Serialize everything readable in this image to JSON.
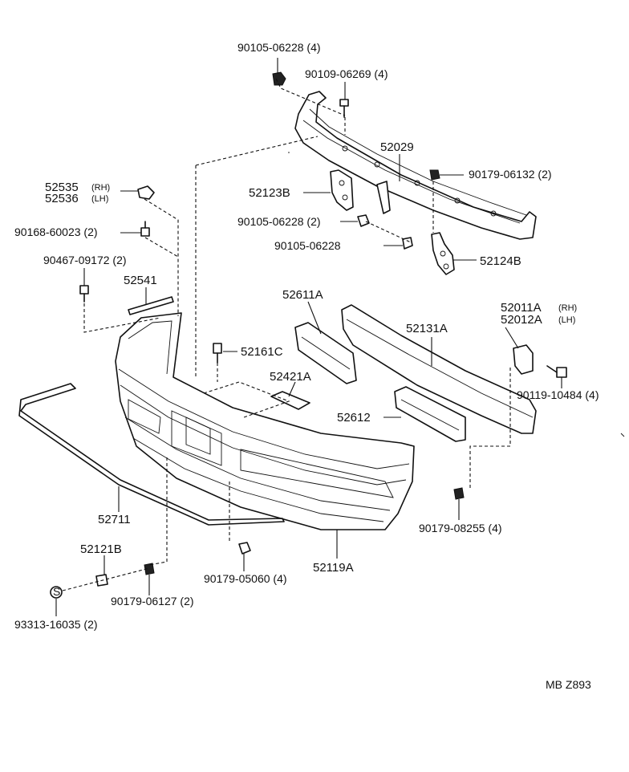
{
  "labels": {
    "p90105_06228_a": "90105-06228 (4)",
    "p90109_06269": "90109-06269 (4)",
    "p52029": "52029",
    "p90179_06132": "90179-06132 (2)",
    "p52535": "52535",
    "p52535_side": "(RH)",
    "p52536": "52536",
    "p52536_side": "(LH)",
    "p52123B": "52123B",
    "p90168_60023": "90168-60023 (2)",
    "p90105_06228_b": "90105-06228 (2)",
    "p90105_06228_c": "90105-06228",
    "p52124B": "52124B",
    "p90467_09172": "90467-09172 (2)",
    "p52541": "52541",
    "p52611A": "52611A",
    "p52011A": "52011A",
    "p52011A_side": "(RH)",
    "p52012A": "52012A",
    "p52012A_side": "(LH)",
    "p52131A": "52131A",
    "p52161C": "52161C",
    "p52421A": "52421A",
    "p90119_10484": "90119-10484 (4)",
    "p52612": "52612",
    "p52711": "52711",
    "p90179_08255": "90179-08255 (4)",
    "p52121B": "52121B",
    "p90179_05060": "90179-05060 (4)",
    "p52119A": "52119A",
    "p90179_06127": "90179-06127 (2)",
    "p93313_16035": "93313-16035 (2)",
    "s_symbol": "S",
    "diagram_code": "MB Z893"
  }
}
